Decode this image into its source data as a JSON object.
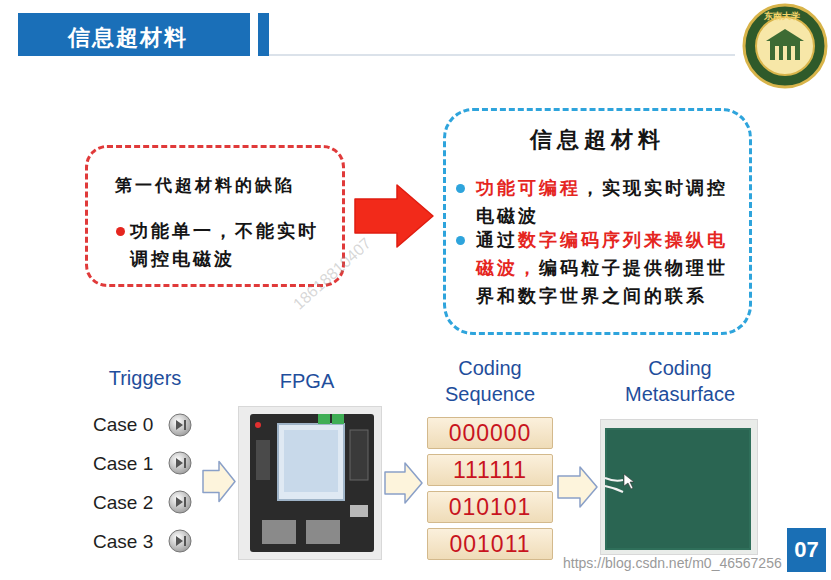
{
  "diagram": {
    "title": "信息超材料",
    "nodes": [
      {
        "text": [
          "第一代超材料的缺陷",
          "功能单一，不能实时调控电磁波"
        ]
      },
      {
        "text": [
          "信息超材料",
          "功能可编程，实现实时调控电磁波",
          "通过数字编码序列来操纵电磁波，编码粒子提供物理世界和数字世界之间的联系"
        ]
      },
      {
        "text": [
          "Triggers"
        ]
      },
      {
        "text": [
          "Case 0"
        ],
        "in": 2
      },
      {
        "text": [
          "Case 1"
        ],
        "in": 2
      },
      {
        "text": [
          "Case 2"
        ],
        "in": 2
      },
      {
        "text": [
          "Case 3"
        ],
        "in": 2
      },
      {
        "text": [
          "FPGA"
        ]
      },
      {
        "text": [
          "Coding Sequence"
        ]
      },
      {
        "text": [
          "000000"
        ],
        "in": 8
      },
      {
        "text": [
          "111111"
        ],
        "in": 8
      },
      {
        "text": [
          "010101"
        ],
        "in": 8
      },
      {
        "text": [
          "001011"
        ],
        "in": 8
      },
      {
        "text": [
          "Coding Metasurface"
        ]
      }
    ],
    "edges": [
      {
        "from": 0,
        "to": 1,
        "arrow": "to"
      },
      {
        "from": 2,
        "to": 7,
        "arrow": "to"
      },
      {
        "from": 7,
        "to": 8,
        "arrow": "to"
      },
      {
        "from": 8,
        "to": 13,
        "arrow": "to"
      }
    ],
    "labels": [
      "东南大学",
      "18618810407",
      "07",
      "https://blog.csdn.net/m0_46567256"
    ]
  }
}
